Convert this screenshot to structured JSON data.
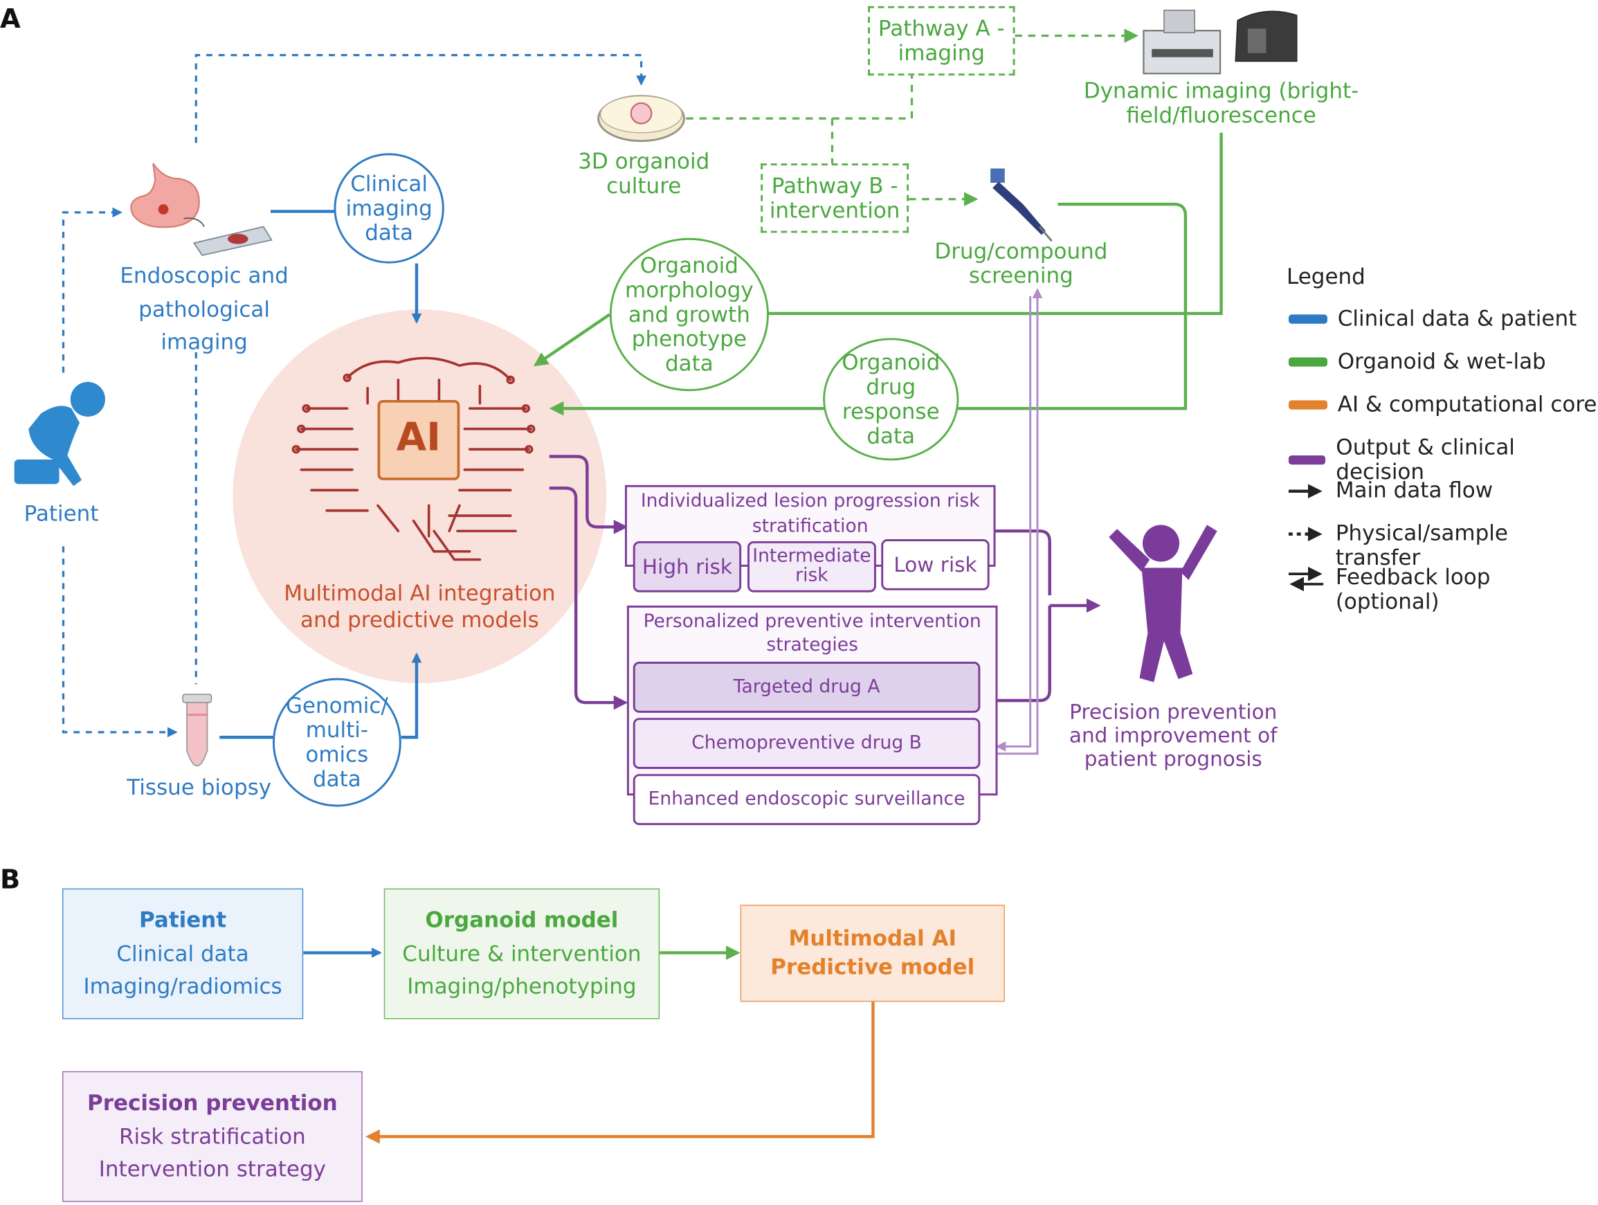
{
  "panels": {
    "a": "A",
    "b": "B"
  },
  "colors": {
    "clinical": "#2f7bc3",
    "organoid": "#4aa83f",
    "ai": "#e3812c",
    "output": "#7c3d98"
  },
  "nodes": {
    "patient": "Patient",
    "endoscopic": "Endoscopic and\npathological\nimaging",
    "tissue_biopsy": "Tissue biopsy",
    "clinical_imaging": "Clinical\nimaging\ndata",
    "genomic": "Genomic/\nmulti-omics\ndata",
    "organoid_culture": "3D organoid\nculture",
    "pathway_a": "Pathway A -\nimaging",
    "pathway_b": "Pathway B -\nintervention",
    "dynamic_imaging": "Dynamic imaging (bright-\nfield/fluorescence",
    "drug_screening": "Drug/compound\nscreening",
    "morphology": "Organoid\nmorphology\nand growth\nphenotype\ndata",
    "drug_response": "Organoid\ndrug\nresponse\ndata",
    "ai_chip": "AI",
    "ai_caption": "Multimodal AI integration\nand predictive models",
    "outcome": "Precision prevention\nand improvement of\npatient prognosis"
  },
  "risk": {
    "title": "Individualized lesion progression risk\nstratification",
    "high": "High risk",
    "intermediate": "Intermediate\nrisk",
    "low": "Low risk"
  },
  "strategies": {
    "title": "Personalized preventive intervention\nstrategies",
    "items": [
      "Targeted drug A",
      "Chemopreventive drug B",
      "Enhanced endoscopic surveillance"
    ]
  },
  "legend": {
    "title": "Legend",
    "items": [
      {
        "label": "Clinical data & patient",
        "color": "#2f7bc3"
      },
      {
        "label": "Organoid & wet-lab",
        "color": "#4aa83f"
      },
      {
        "label": "AI & computational core",
        "color": "#e3812c"
      },
      {
        "label": "Output & clinical decision",
        "color": "#7c3d98"
      },
      {
        "label": "Main data flow"
      },
      {
        "label": "Physical/sample transfer"
      },
      {
        "label": "Feedback loop (optional)"
      }
    ]
  },
  "panel_b": {
    "patient": {
      "title": "Patient",
      "lines": [
        "Clinical data",
        "Imaging/radiomics"
      ]
    },
    "organoid": {
      "title": "Organoid model",
      "lines": [
        "Culture & intervention",
        "Imaging/phenotyping"
      ]
    },
    "ai": {
      "title": "Multimodal AI",
      "lines": [
        "Predictive model"
      ]
    },
    "prevention": {
      "title": "Precision prevention",
      "lines": [
        "Risk stratification",
        "Intervention strategy"
      ]
    }
  }
}
